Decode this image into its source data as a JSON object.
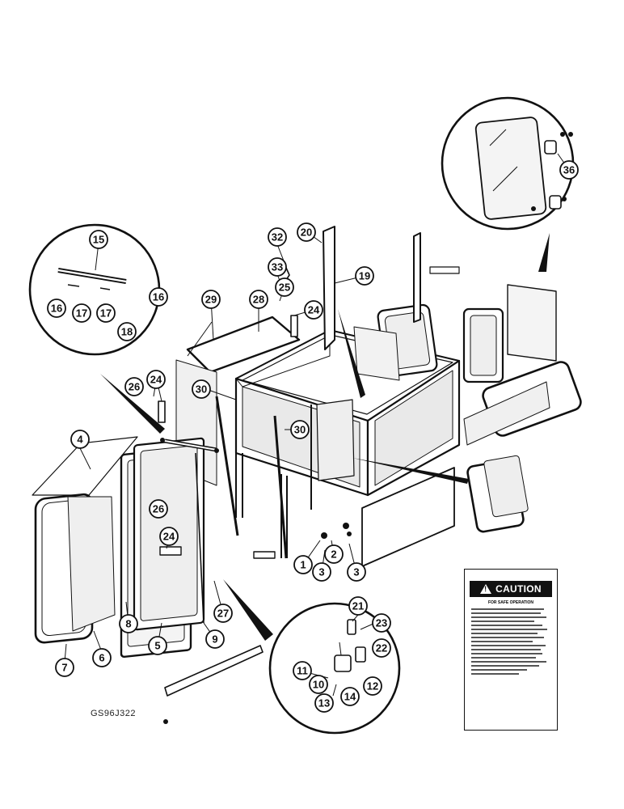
{
  "figure_code": "GS96J322",
  "caution_decal": {
    "heading": "CAUTION",
    "subheading": "FOR SAFE OPERATION"
  },
  "callouts": [
    "1",
    "2",
    "3",
    "3",
    "4",
    "5",
    "6",
    "7",
    "8",
    "9",
    "10",
    "11",
    "12",
    "13",
    "14",
    "15",
    "16",
    "16",
    "17",
    "17",
    "18",
    "19",
    "20",
    "21",
    "22",
    "23",
    "24",
    "24",
    "24",
    "25",
    "26",
    "26",
    "27",
    "28",
    "29",
    "30",
    "30",
    "32",
    "33",
    "36"
  ],
  "colors": {
    "ink": "#111111",
    "paper": "#ffffff",
    "glass": "#e6e6e6"
  }
}
